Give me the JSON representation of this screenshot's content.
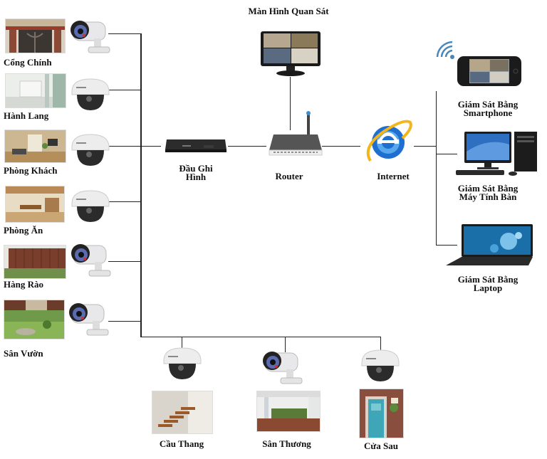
{
  "title": "Màn Hình Quan Sát",
  "colors": {
    "line": "#222222",
    "ie_blue": "#1e6fd0",
    "ie_gold": "#f2b51b",
    "wifi": "#4a86b8"
  },
  "left_cameras": [
    {
      "label": "Cổng Chính",
      "camera_type": "bullet",
      "scene": "gate"
    },
    {
      "label": "Hành Lang",
      "camera_type": "dome",
      "scene": "hallway"
    },
    {
      "label": "Phòng Khách",
      "camera_type": "dome",
      "scene": "living-room"
    },
    {
      "label": "Phòng Ăn",
      "camera_type": "dome",
      "scene": "dining-room"
    },
    {
      "label": "Hàng Rào",
      "camera_type": "bullet",
      "scene": "fence"
    },
    {
      "label": "Sân Vườn",
      "camera_type": "bullet",
      "scene": "garden"
    }
  ],
  "bottom_cameras": [
    {
      "label": "Cầu Thang",
      "camera_type": "dome",
      "scene": "stairs"
    },
    {
      "label": "Sân Thương",
      "camera_type": "bullet",
      "scene": "terrace"
    },
    {
      "label": "Cửa Sau",
      "camera_type": "dome",
      "scene": "back-door"
    }
  ],
  "center": {
    "dvr_label_line1": "Đầu Ghi",
    "dvr_label_line2": "Hình",
    "router_label": "Router",
    "internet_label": "Internet"
  },
  "right_devices": [
    {
      "line1": "Giám Sát Bằng",
      "line2": "Smartphone",
      "icon": "smartphone-icon"
    },
    {
      "line1": "Giám Sát Bằng",
      "line2": "Máy Tính Bàn",
      "icon": "desktop-computer-icon"
    },
    {
      "line1": "Giám Sát Bằng",
      "line2": "Laptop",
      "icon": "laptop-icon"
    }
  ]
}
